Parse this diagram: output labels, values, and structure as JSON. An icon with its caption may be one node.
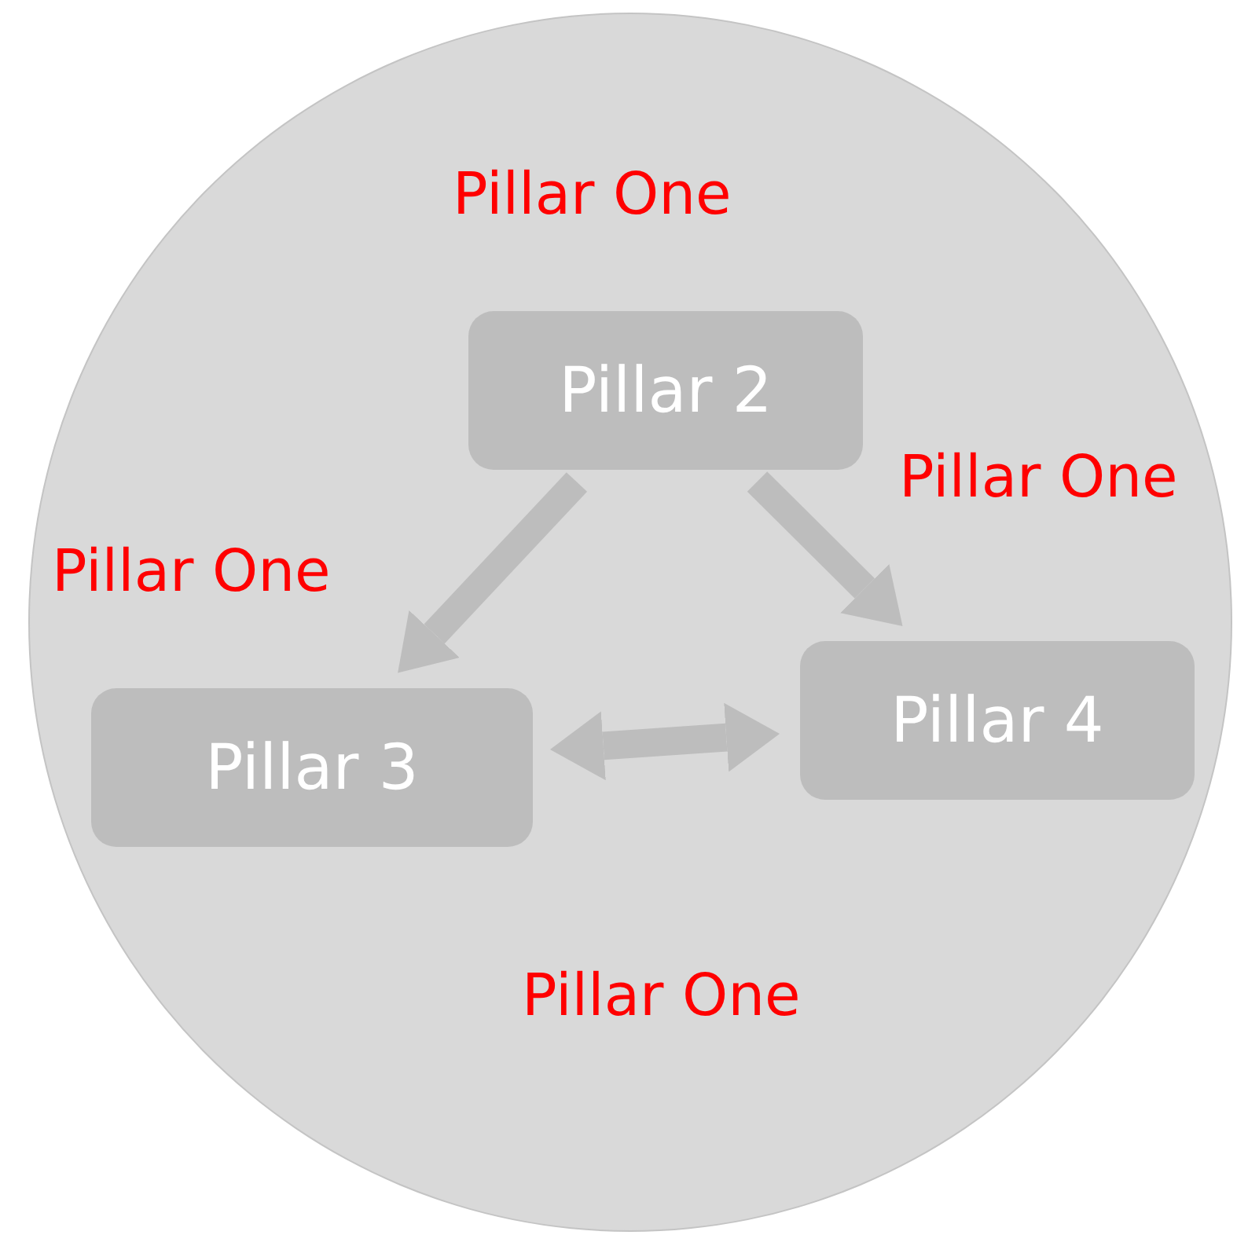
{
  "diagram": {
    "nodes": [
      {
        "text": [],
        "shape": "circle"
      },
      {
        "text": [
          "Pillar 2"
        ],
        "in": 0
      },
      {
        "text": [
          "Pillar 3"
        ],
        "in": 0
      },
      {
        "text": [
          "Pillar 4"
        ],
        "in": 0
      }
    ],
    "edges": [
      {
        "from": 1,
        "to": 2,
        "arrow": "to"
      },
      {
        "from": 1,
        "to": 3,
        "arrow": "to"
      },
      {
        "from": 2,
        "to": 3,
        "arrow": "both"
      }
    ],
    "labels": [
      "Pillar One",
      "Pillar One",
      "Pillar One",
      "Pillar One"
    ]
  }
}
